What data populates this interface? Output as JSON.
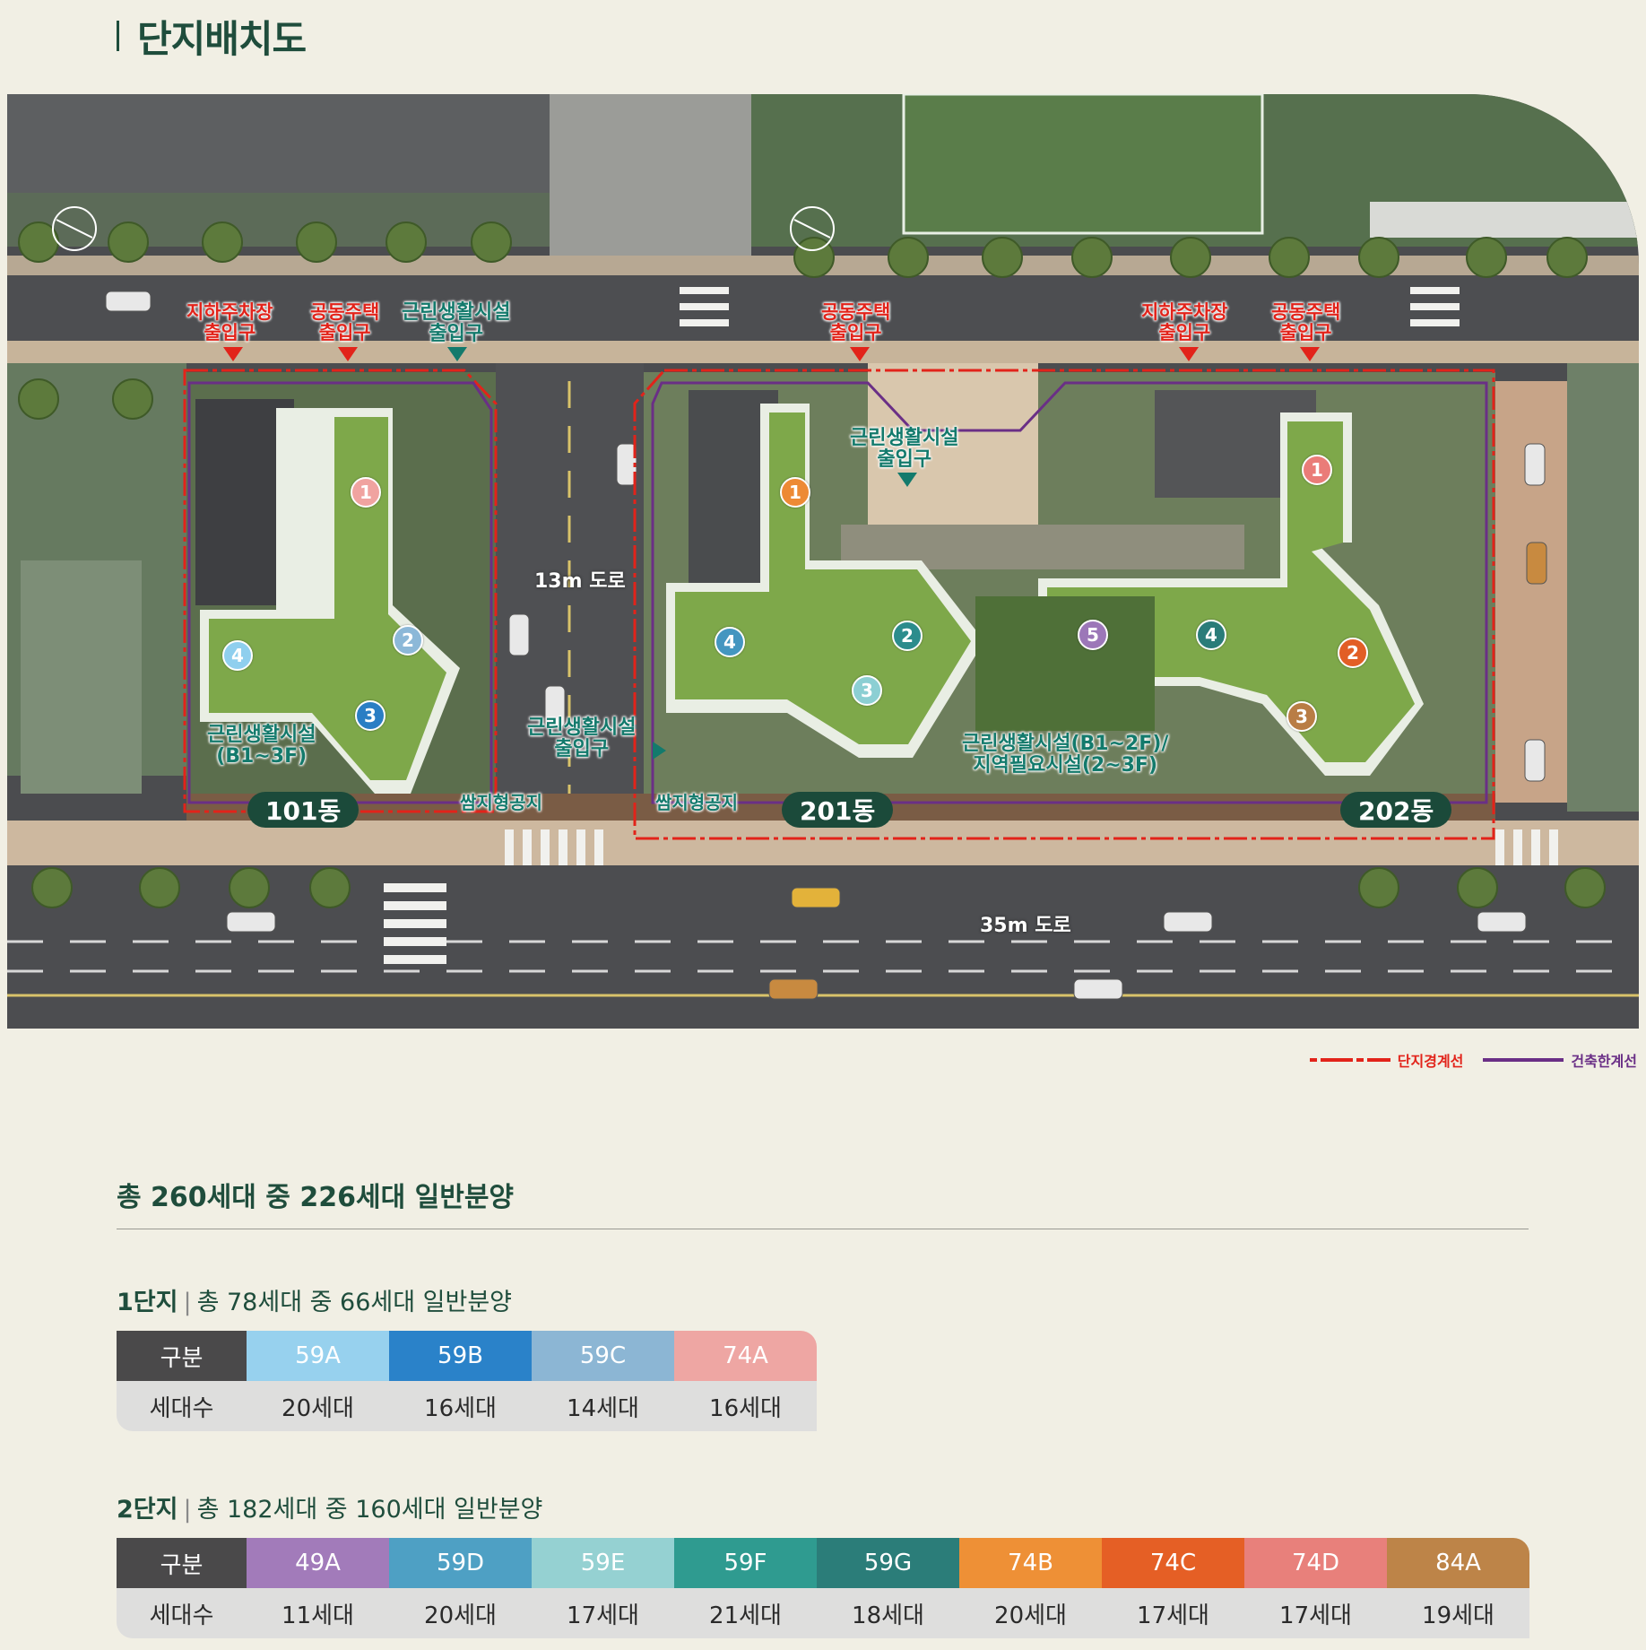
{
  "title": "단지배치도",
  "map": {
    "entrances": [
      {
        "text": "지하주차장\n출입구",
        "color": "red"
      },
      {
        "text": "공동주택\n출입구",
        "color": "red"
      },
      {
        "text": "근린생활시설\n출입구",
        "color": "teal"
      },
      {
        "text": "공동주택\n출입구",
        "color": "red"
      },
      {
        "text": "지하주차장\n출입구",
        "color": "red"
      },
      {
        "text": "공동주택\n출입구",
        "color": "red"
      },
      {
        "text": "근린생활시설\n출입구",
        "color": "teal"
      },
      {
        "text": "근린생활시설\n출입구",
        "color": "teal"
      }
    ],
    "facilities": [
      {
        "text": "근린생활시설\n(B1~3F)"
      },
      {
        "text": "근린생활시설(B1~2F)/\n지역필요시설(2~3F)"
      }
    ],
    "open_spaces": [
      "쌈지형공지",
      "쌈지형공지"
    ],
    "roads": [
      "13m 도로",
      "35m 도로"
    ],
    "buildings": [
      "101동",
      "201동",
      "202동"
    ],
    "unit_markers": [
      {
        "num": "1",
        "color": "#f0a3a0"
      },
      {
        "num": "2",
        "color": "#8cb8d8"
      },
      {
        "num": "3",
        "color": "#2a7ec4"
      },
      {
        "num": "4",
        "color": "#8fcfee"
      },
      {
        "num": "1",
        "color": "#ed8a35"
      },
      {
        "num": "2",
        "color": "#2c8c8c"
      },
      {
        "num": "3",
        "color": "#8ccfd3"
      },
      {
        "num": "4",
        "color": "#4496c0"
      },
      {
        "num": "1",
        "color": "#ea7c78"
      },
      {
        "num": "2",
        "color": "#e25e26"
      },
      {
        "num": "3",
        "color": "#b97d45"
      },
      {
        "num": "4",
        "color": "#2a7c79"
      },
      {
        "num": "5",
        "color": "#9c77b8"
      }
    ]
  },
  "legend": {
    "boundary": "단지경계선",
    "building_limit": "건축한계선"
  },
  "summary": "총 260세대 중 226세대 일반분양",
  "complex1": {
    "name": "1단지",
    "desc": "총 78세대 중 66세대 일반분양",
    "header_label": "구분",
    "row_label": "세대수",
    "types": [
      {
        "type": "59A",
        "count": "20세대",
        "color": "#97d1ee"
      },
      {
        "type": "59B",
        "count": "16세대",
        "color": "#2a82c9"
      },
      {
        "type": "59C",
        "count": "14세대",
        "color": "#8cb6d4"
      },
      {
        "type": "74A",
        "count": "16세대",
        "color": "#eea6a3"
      }
    ]
  },
  "complex2": {
    "name": "2단지",
    "desc": "총 182세대 중 160세대 일반분양",
    "header_label": "구분",
    "row_label": "세대수",
    "types": [
      {
        "type": "49A",
        "count": "11세대",
        "color": "#a27bba"
      },
      {
        "type": "59D",
        "count": "20세대",
        "color": "#4ea0c4"
      },
      {
        "type": "59E",
        "count": "17세대",
        "color": "#95d1d2"
      },
      {
        "type": "59F",
        "count": "21세대",
        "color": "#2f9b90"
      },
      {
        "type": "59G",
        "count": "18세대",
        "color": "#2b7d79"
      },
      {
        "type": "74B",
        "count": "20세대",
        "color": "#ee9036"
      },
      {
        "type": "74C",
        "count": "17세대",
        "color": "#e55f25"
      },
      {
        "type": "74D",
        "count": "17세대",
        "color": "#e8807b"
      },
      {
        "type": "84A",
        "count": "19세대",
        "color": "#bd8448"
      }
    ]
  }
}
